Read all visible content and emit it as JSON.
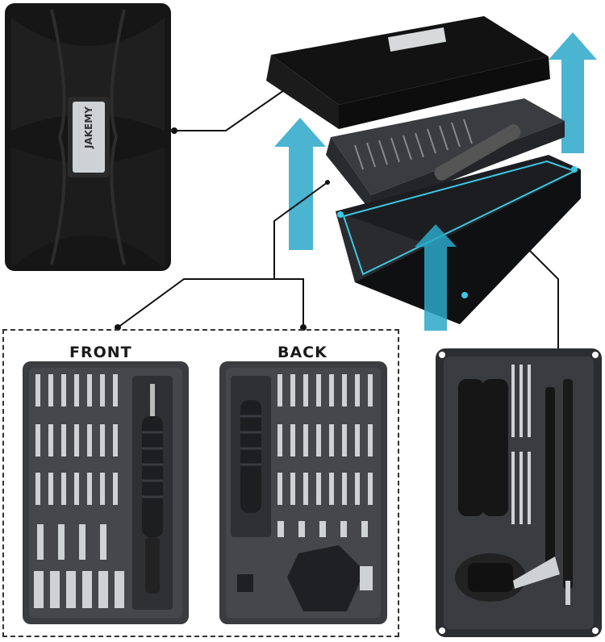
{
  "brand": {
    "name": "JAKEMY"
  },
  "labels": {
    "front": "FRONT",
    "back": "BACK"
  },
  "colors": {
    "case_black": "#141414",
    "tray_gray": "#3d3e42",
    "tray_dark": "#2a2b2e",
    "accent_cyan": "#3cc7e6",
    "arrow_blue": "#1f8fb0",
    "leader_line": "#111111",
    "dashed_border": "#333333"
  },
  "icons": [
    "arrow-up-icon",
    "arrow-up-icon",
    "arrow-up-icon"
  ]
}
